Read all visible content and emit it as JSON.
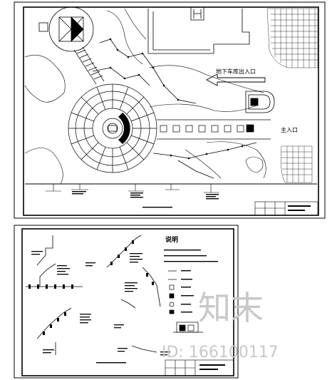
{
  "plan_sheet": {
    "underground_parking_entrance": "地下车库出入口",
    "main_entrance": "主入口"
  },
  "legend_sheet": {
    "notes_title": "说明"
  },
  "watermark": {
    "brand": "知末",
    "id_text": "ID: 166100117"
  },
  "colors": {
    "ink": "#000000",
    "paper": "#ffffff",
    "watermark": "#c8c8c8"
  }
}
